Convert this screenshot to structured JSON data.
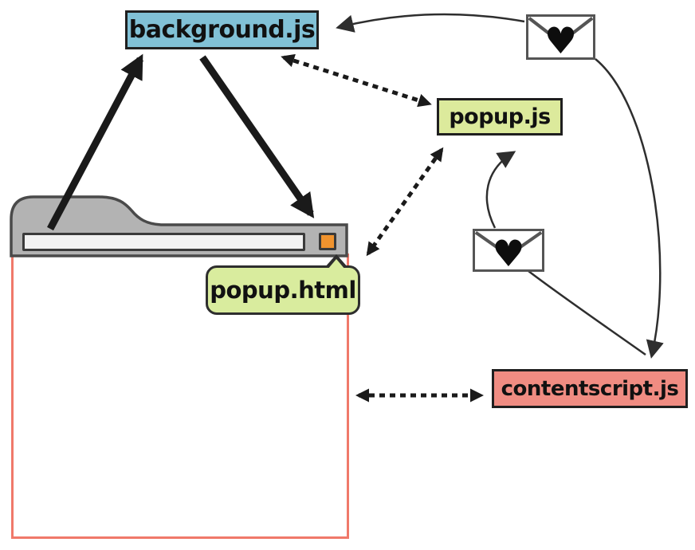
{
  "diagram": {
    "description": "Chrome extension architecture diagram",
    "nodes": {
      "background_js": {
        "label": "background.js",
        "fill": "#81c1d6"
      },
      "popup_js": {
        "label": "popup.js",
        "fill": "#dcea9c"
      },
      "popup_html": {
        "label": "popup.html",
        "fill": "#d9ec9e"
      },
      "contentscript_js": {
        "label": "contentscript.js",
        "fill": "#f08c82"
      }
    },
    "browser": {
      "toolbar_color": "#b3b3b3",
      "toolbar_outline": "#4a4a4a",
      "address_bar_color": "#f2f2f2",
      "extension_button_color": "#f0932e",
      "page_border_color": "#f0796a"
    },
    "envelopes": {
      "glyph": "♥",
      "top_envelope": "message-envelope-top",
      "middle_envelope": "message-envelope-middle"
    },
    "arrow_colors": {
      "solid": "#1a1a1a",
      "dashed": "#1a1a1a",
      "curved": "#2e2e2e"
    },
    "edges": [
      {
        "from": "browser-tab",
        "to": "background.js",
        "style": "solid-thick",
        "arrow": "to"
      },
      {
        "from": "background.js",
        "to": "browser-toolbar",
        "style": "solid-thick",
        "arrow": "to"
      },
      {
        "from": "background.js",
        "to": "popup.js",
        "style": "dashed",
        "arrow": "both"
      },
      {
        "from": "popup.js",
        "to": "popup.html",
        "style": "dashed",
        "arrow": "both"
      },
      {
        "from": "browser-page",
        "to": "contentscript.js",
        "style": "dashed",
        "arrow": "both"
      },
      {
        "from": "message-envelope-top",
        "to": "background.js",
        "style": "curved-thin",
        "arrow": "to"
      },
      {
        "from": "message-envelope-top",
        "to": "contentscript.js",
        "style": "curved-thin",
        "arrow": "to"
      },
      {
        "from": "message-envelope-middle",
        "to": "popup.js",
        "style": "curved-thin",
        "arrow": "to"
      },
      {
        "from": "message-envelope-middle",
        "to": "contentscript.js",
        "style": "curved-thin",
        "arrow": "to"
      }
    ]
  }
}
